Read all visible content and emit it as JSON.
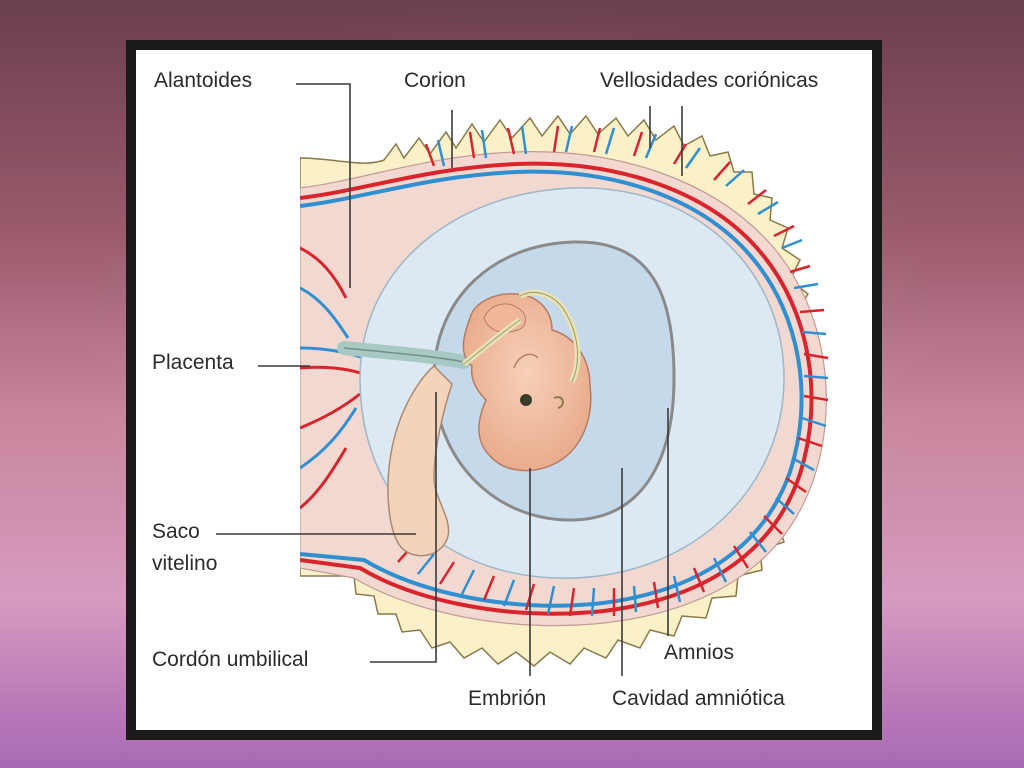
{
  "labels": {
    "alantoides": "Alantoides",
    "corion": "Corion",
    "vellosidades": "Vellosidades coriónicas",
    "placenta": "Placenta",
    "saco_line1": "Saco",
    "saco_line2": "vitelino",
    "cordon": "Cordón umbilical",
    "embrion": "Embrión",
    "amnios": "Amnios",
    "cavidad": "Cavidad amniótica"
  },
  "colors": {
    "background_top": "#6b3f4e",
    "background_bottom": "#a869b4",
    "chorion_outer": "#fbf1c9",
    "artery": "#d9232d",
    "vein": "#2f8fd1",
    "amniotic_cavity": "#dde9f2",
    "inner_cavity": "#c6d9ea",
    "embryo": "#f4c2a5"
  }
}
